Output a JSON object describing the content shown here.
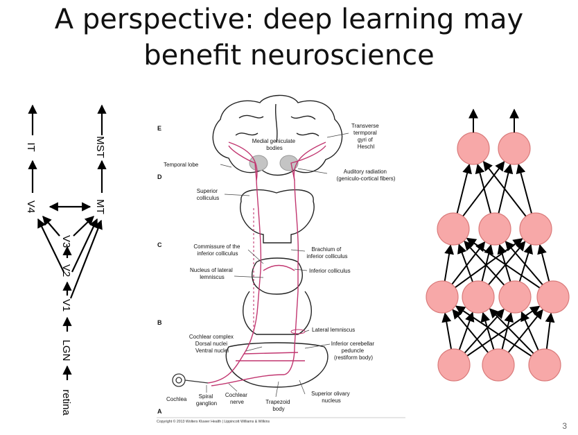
{
  "slide": {
    "title_line1": "A perspective: deep learning may",
    "title_line2": "benefit neuroscience",
    "page_number": "3"
  },
  "visual_pathway": {
    "areas": [
      "IT",
      "MST",
      "V4",
      "MT",
      "V3",
      "V2",
      "V1",
      "LGN",
      "retina"
    ]
  },
  "auditory_figure": {
    "panel_letters": [
      "E",
      "D",
      "C",
      "B",
      "A"
    ],
    "labels": {
      "transverse_temporal": [
        "Transverse",
        "termporal",
        "gyri of",
        "Heschl"
      ],
      "medial_geniculate": [
        "Medial geniculate",
        "bodies"
      ],
      "temporal_lobe": "Temporal lobe",
      "auditory_radiation": [
        "Auditory radiation",
        "(geniculo-cortical fibers)"
      ],
      "superior_colliculus": [
        "Superior",
        "colliculus"
      ],
      "commissure": [
        "Commissure of the",
        "inferior colliculus"
      ],
      "brachium": [
        "Brachium of",
        "inferior colliculus"
      ],
      "nucleus_lateral_lemniscus": [
        "Nucleus of lateral",
        "lemniscus"
      ],
      "inferior_colliculus": "Inferior colliculus",
      "lateral_lemniscus": "Lateral lemniscus",
      "cochlear_complex": [
        "Cochlear complex",
        "Dorsal nuclei",
        "Ventral nuclei"
      ],
      "inferior_cerebellar": [
        "Inferior cerebellar",
        "peduncle",
        "(restiform body)"
      ],
      "cochlea": "Cochlea",
      "spiral_ganglion": [
        "Spiral",
        "ganglion"
      ],
      "cochlear_nerve": [
        "Cochlear",
        "nerve"
      ],
      "trapezoid_body": [
        "Trapezoid",
        "body"
      ],
      "superior_olivary": [
        "Superior olivary",
        "nucleus"
      ]
    },
    "copyright": "Copyright © 2013 Wolters Kluwer Health | Lippincott Williams & Wilkins"
  },
  "neural_network": {
    "layers": [
      2,
      3,
      4,
      3
    ],
    "node_color": "#f7a8a8",
    "node_stroke": "#d97a7a"
  }
}
